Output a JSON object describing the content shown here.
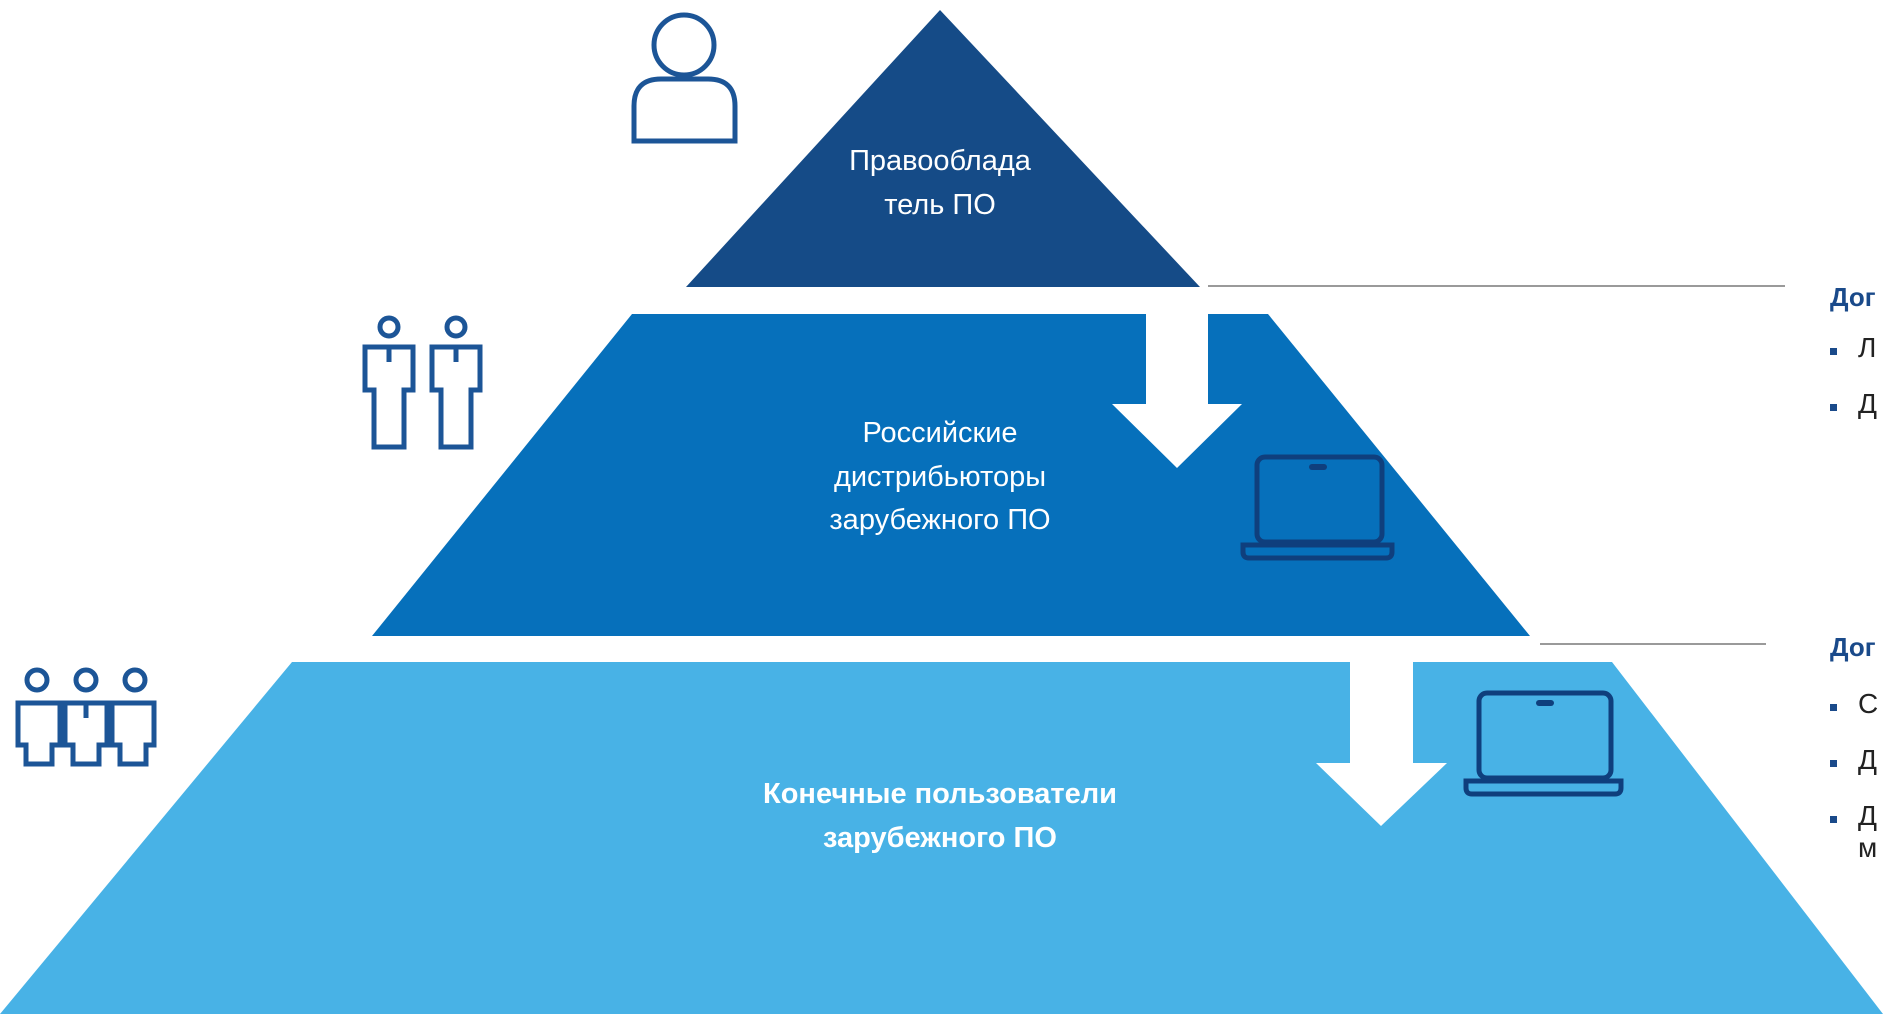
{
  "tiers": {
    "top": {
      "lines": [
        "Правообладa",
        "тель ПО"
      ]
    },
    "middle": {
      "lines": [
        "Российские",
        "дистрибьюторы",
        "зарубежного ПО"
      ]
    },
    "bottom": {
      "lines": [
        "Конечные пользователи",
        "зарубежного ПО"
      ]
    }
  },
  "contracts": [
    {
      "title": "Дог",
      "items": [
        "Л",
        "Д"
      ]
    },
    {
      "title": "Дог",
      "items": [
        "С",
        "Д",
        "Д"
      ],
      "continuation": "м"
    }
  ],
  "colors": {
    "top_tier": "#154b87",
    "middle_tier": "#0670bb",
    "bottom_tier": "#48b2e6",
    "icon_stroke": "#1c5597",
    "connector_line": "#9a9a9a",
    "contract_title": "#1a4a8a"
  },
  "icons": {
    "top": "person-icon",
    "middle": "two-people-icon",
    "bottom": "three-people-icon",
    "device": "laptop-icon",
    "flow": "arrow-down-icon"
  }
}
